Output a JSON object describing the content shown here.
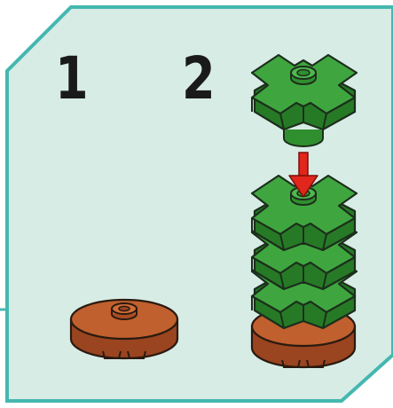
{
  "steps": [
    {
      "number": "1"
    },
    {
      "number": "2"
    }
  ],
  "parts": {
    "base_plate": {
      "shape": "round plate with center stud",
      "color_name": "reddish brown",
      "color": "#b5532a"
    },
    "leaf_piece": {
      "shape": "four-point leaf with center stud",
      "color_name": "green",
      "color": "#3a9a3a"
    }
  },
  "assembly": {
    "stacked_leaf_count": 3,
    "arrow_color": "#e1261c"
  },
  "colors": {
    "panel_fill": "#d8ece6",
    "panel_border": "#44b8b0",
    "outline": "#1c2e1c"
  }
}
